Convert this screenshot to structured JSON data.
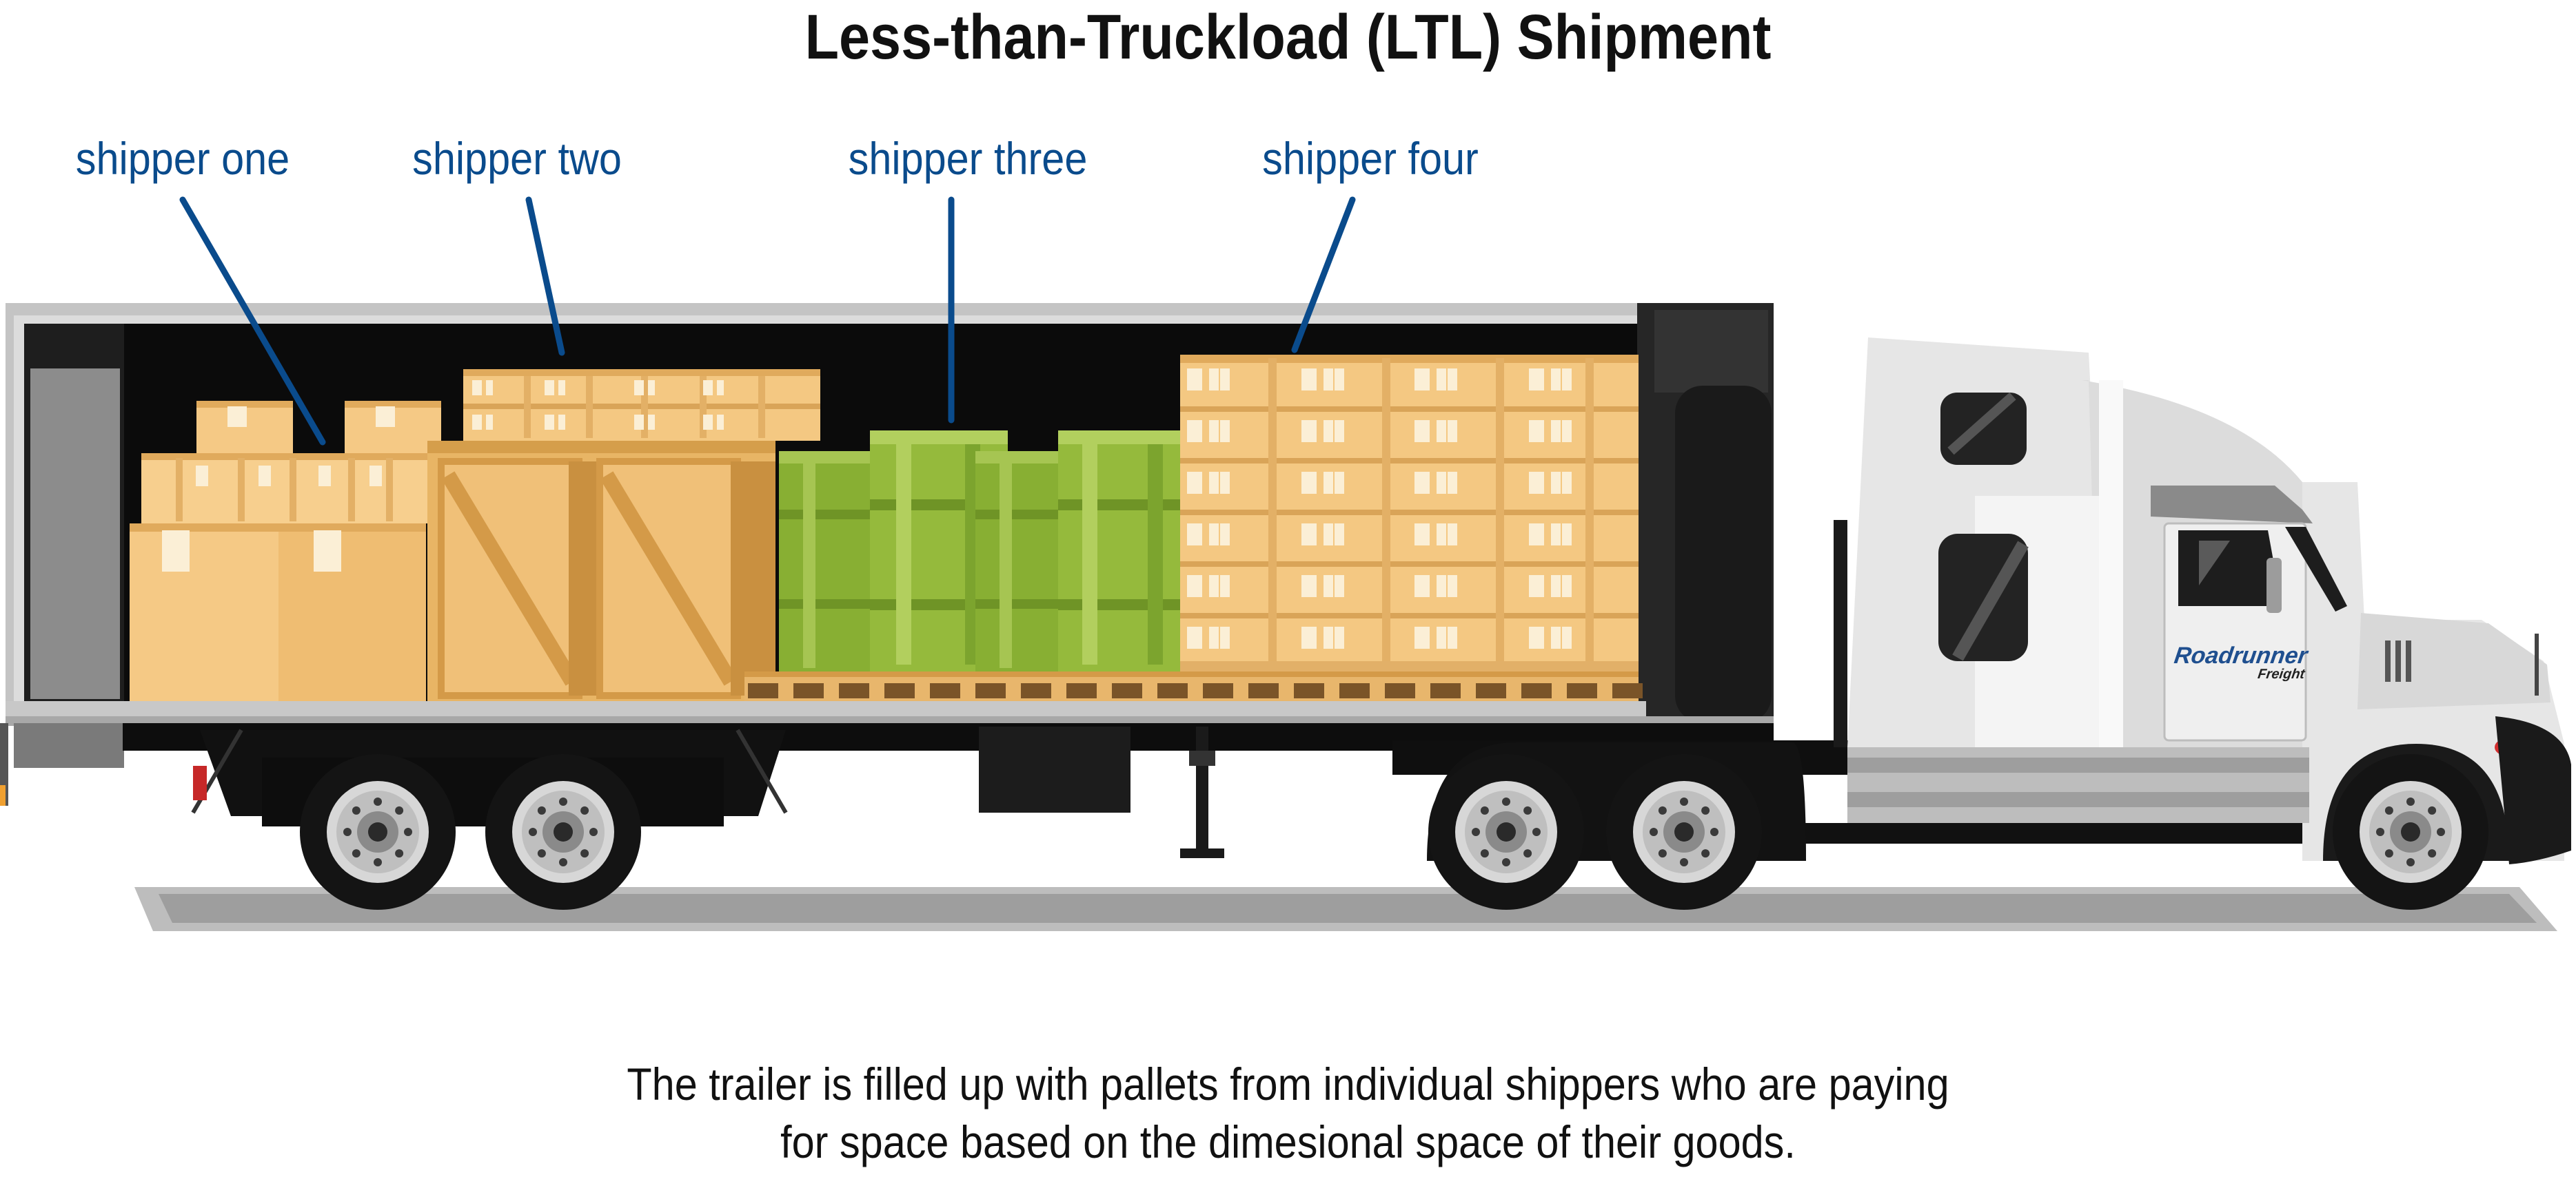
{
  "title": "Less-than-Truckload (LTL) Shipment",
  "labels": [
    "shipper one",
    "shipper two",
    "shipper three",
    "shipper four"
  ],
  "caption": {
    "line1": "The trailer is filled up with pallets from individual shippers who are paying",
    "line2": "for space based on the dimesional space of their goods."
  },
  "brand": {
    "name": "Roadrunner",
    "sub": "Freight"
  },
  "colors": {
    "label": "#0a4b8c",
    "box": "#f4c882",
    "crate": "#e8b565",
    "drum": "#93b83a",
    "trailer": "#1a1a1a",
    "cab": "#e6e6e6"
  }
}
